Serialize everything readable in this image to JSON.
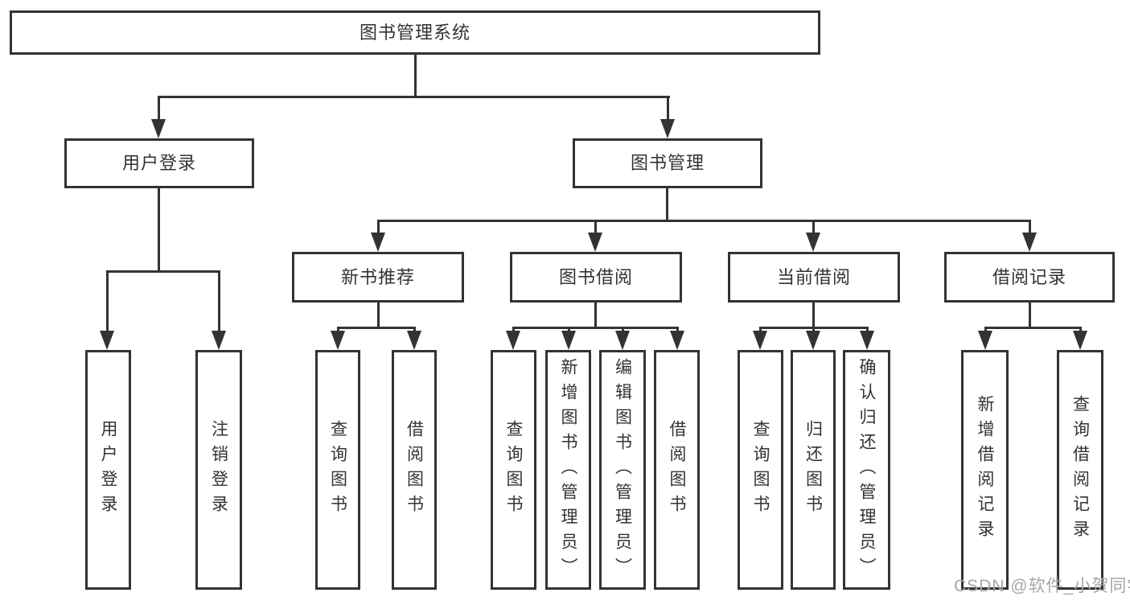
{
  "colors": {
    "line": "#333333",
    "box_border": "#333333",
    "box_fill": "#ffffff",
    "text": "#333333",
    "watermark": "#a6a6a6",
    "background": "#ffffff"
  },
  "root": {
    "label": "图书管理系统"
  },
  "login": {
    "label": "用户登录",
    "children": [
      {
        "label": "用户登录"
      },
      {
        "label": "注销登录"
      }
    ]
  },
  "management": {
    "label": "图书管理",
    "children": [
      {
        "label": "新书推荐",
        "children": [
          {
            "label": "查询图书"
          },
          {
            "label": "借阅图书"
          }
        ]
      },
      {
        "label": "图书借阅",
        "children": [
          {
            "label": "查询图书"
          },
          {
            "label": "新增图书（管理员）"
          },
          {
            "label": "编辑图书（管理员）"
          },
          {
            "label": "借阅图书"
          }
        ]
      },
      {
        "label": "当前借阅",
        "children": [
          {
            "label": "查询图书"
          },
          {
            "label": "归还图书"
          },
          {
            "label": "确认归还（管理员）"
          }
        ]
      },
      {
        "label": "借阅记录",
        "children": [
          {
            "label": "新增借阅记录"
          },
          {
            "label": "查询借阅记录"
          }
        ]
      }
    ]
  },
  "watermark": {
    "text": "CSDN @软件_小贺同学"
  }
}
